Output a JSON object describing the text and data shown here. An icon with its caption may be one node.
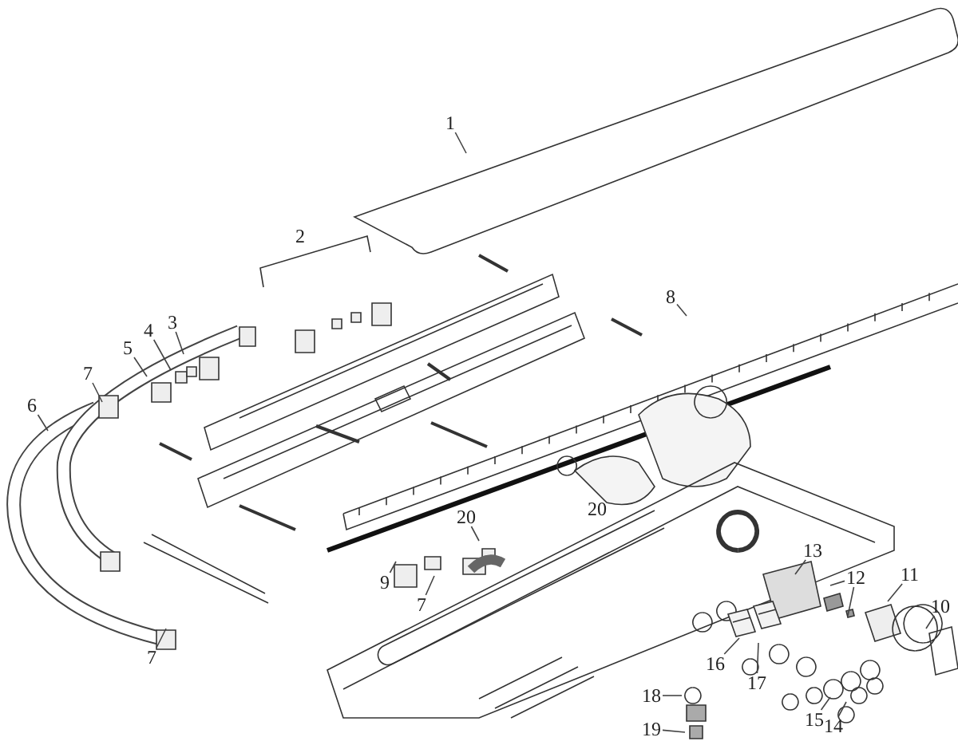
{
  "diagram": {
    "nodes": [
      {
        "text": [
          "1"
        ]
      },
      {
        "text": [
          "8"
        ]
      },
      {
        "text": [
          "3"
        ]
      },
      {
        "text": [
          "4"
        ]
      },
      {
        "text": [
          "5"
        ]
      },
      {
        "text": [
          "7"
        ]
      },
      {
        "text": [
          "6"
        ]
      },
      {
        "text": [
          "20"
        ]
      },
      {
        "text": [
          "13"
        ]
      },
      {
        "text": [
          "12"
        ]
      },
      {
        "text": [
          "9"
        ]
      },
      {
        "text": [
          "11"
        ]
      },
      {
        "text": [
          "7"
        ]
      },
      {
        "text": [
          "10"
        ]
      },
      {
        "text": [
          "7"
        ]
      },
      {
        "text": [
          "16"
        ]
      },
      {
        "text": [
          "17"
        ]
      },
      {
        "text": [
          "18"
        ]
      },
      {
        "text": [
          "15"
        ]
      },
      {
        "text": [
          "14"
        ]
      },
      {
        "text": [
          "19"
        ]
      }
    ],
    "edges": [
      {
        "from": 0,
        "to": null,
        "arrow": "none"
      },
      {
        "from": 1,
        "to": null,
        "arrow": "none"
      },
      {
        "from": 2,
        "to": null,
        "arrow": "none"
      },
      {
        "from": 3,
        "to": null,
        "arrow": "none"
      },
      {
        "from": 4,
        "to": null,
        "arrow": "none"
      },
      {
        "from": 5,
        "to": null,
        "arrow": "none"
      },
      {
        "from": 6,
        "to": null,
        "arrow": "none"
      },
      {
        "from": 7,
        "to": null,
        "arrow": "none"
      },
      {
        "from": 8,
        "to": null,
        "arrow": "none"
      },
      {
        "from": 9,
        "to": null,
        "arrow": "none"
      },
      {
        "from": 9,
        "to": null,
        "arrow": "none"
      },
      {
        "from": 10,
        "to": null,
        "arrow": "none"
      },
      {
        "from": 11,
        "to": null,
        "arrow": "none"
      },
      {
        "from": 12,
        "to": null,
        "arrow": "none"
      },
      {
        "from": 13,
        "to": null,
        "arrow": "none"
      },
      {
        "from": 14,
        "to": null,
        "arrow": "none"
      },
      {
        "from": 15,
        "to": null,
        "arrow": "none"
      },
      {
        "from": 16,
        "to": null,
        "arrow": "none"
      },
      {
        "from": 17,
        "to": null,
        "arrow": "none"
      },
      {
        "from": 18,
        "to": null,
        "arrow": "none"
      },
      {
        "from": 19,
        "to": null,
        "arrow": "none"
      },
      {
        "from": 20,
        "to": null,
        "arrow": "none"
      }
    ],
    "labels": [
      "2",
      "20"
    ]
  }
}
